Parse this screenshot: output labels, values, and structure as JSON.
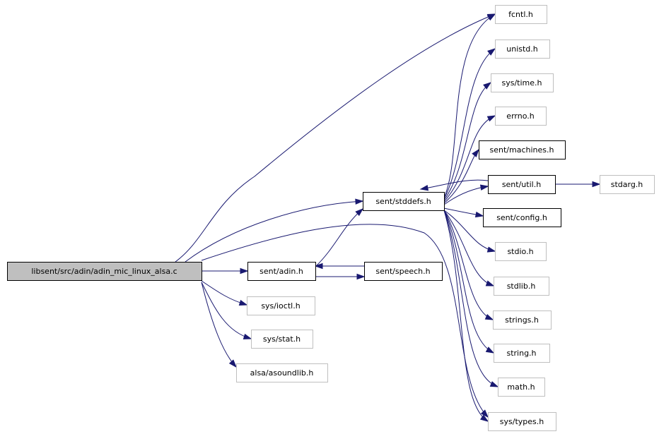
{
  "colors": {
    "edge": "#191970",
    "root_fill": "#bfbfbf",
    "root_border": "#000000",
    "documented_border": "#000000",
    "undocumented_border": "#bfbfbf",
    "node_fill": "#ffffff"
  },
  "graph": {
    "nodes": [
      {
        "id": "root",
        "label": "libsent/src/adin/adin_mic_linux_alsa.c",
        "kind": "root"
      },
      {
        "id": "fcntl",
        "label": "fcntl.h",
        "kind": "external"
      },
      {
        "id": "unistd",
        "label": "unistd.h",
        "kind": "external"
      },
      {
        "id": "systime",
        "label": "sys/time.h",
        "kind": "external"
      },
      {
        "id": "errno",
        "label": "errno.h",
        "kind": "external"
      },
      {
        "id": "machines",
        "label": "sent/machines.h",
        "kind": "documented"
      },
      {
        "id": "stddefs",
        "label": "sent/stddefs.h",
        "kind": "documented"
      },
      {
        "id": "util",
        "label": "sent/util.h",
        "kind": "documented"
      },
      {
        "id": "stdarg",
        "label": "stdarg.h",
        "kind": "external"
      },
      {
        "id": "config",
        "label": "sent/config.h",
        "kind": "documented"
      },
      {
        "id": "stdio",
        "label": "stdio.h",
        "kind": "external"
      },
      {
        "id": "adin",
        "label": "sent/adin.h",
        "kind": "documented"
      },
      {
        "id": "speech",
        "label": "sent/speech.h",
        "kind": "documented"
      },
      {
        "id": "stdlib",
        "label": "stdlib.h",
        "kind": "external"
      },
      {
        "id": "ioctl",
        "label": "sys/ioctl.h",
        "kind": "external"
      },
      {
        "id": "strings",
        "label": "strings.h",
        "kind": "external"
      },
      {
        "id": "sysstat",
        "label": "sys/stat.h",
        "kind": "external"
      },
      {
        "id": "string",
        "label": "string.h",
        "kind": "external"
      },
      {
        "id": "asound",
        "label": "alsa/asoundlib.h",
        "kind": "external"
      },
      {
        "id": "math",
        "label": "math.h",
        "kind": "external"
      },
      {
        "id": "systypes",
        "label": "sys/types.h",
        "kind": "external"
      }
    ],
    "edges": [
      {
        "from": "root",
        "to": "fcntl"
      },
      {
        "from": "root",
        "to": "stddefs"
      },
      {
        "from": "root",
        "to": "systypes"
      },
      {
        "from": "root",
        "to": "adin"
      },
      {
        "from": "root",
        "to": "ioctl"
      },
      {
        "from": "root",
        "to": "sysstat"
      },
      {
        "from": "root",
        "to": "asound"
      },
      {
        "from": "adin",
        "to": "stddefs"
      },
      {
        "from": "adin",
        "to": "speech"
      },
      {
        "from": "speech",
        "to": "adin"
      },
      {
        "from": "stddefs",
        "to": "fcntl"
      },
      {
        "from": "stddefs",
        "to": "unistd"
      },
      {
        "from": "stddefs",
        "to": "systime"
      },
      {
        "from": "stddefs",
        "to": "errno"
      },
      {
        "from": "stddefs",
        "to": "machines"
      },
      {
        "from": "stddefs",
        "to": "util"
      },
      {
        "from": "stddefs",
        "to": "config"
      },
      {
        "from": "stddefs",
        "to": "stdio"
      },
      {
        "from": "stddefs",
        "to": "stdlib"
      },
      {
        "from": "stddefs",
        "to": "strings"
      },
      {
        "from": "stddefs",
        "to": "string"
      },
      {
        "from": "stddefs",
        "to": "math"
      },
      {
        "from": "stddefs",
        "to": "systypes"
      },
      {
        "from": "util",
        "to": "stdarg"
      },
      {
        "from": "util",
        "to": "stddefs"
      }
    ]
  }
}
